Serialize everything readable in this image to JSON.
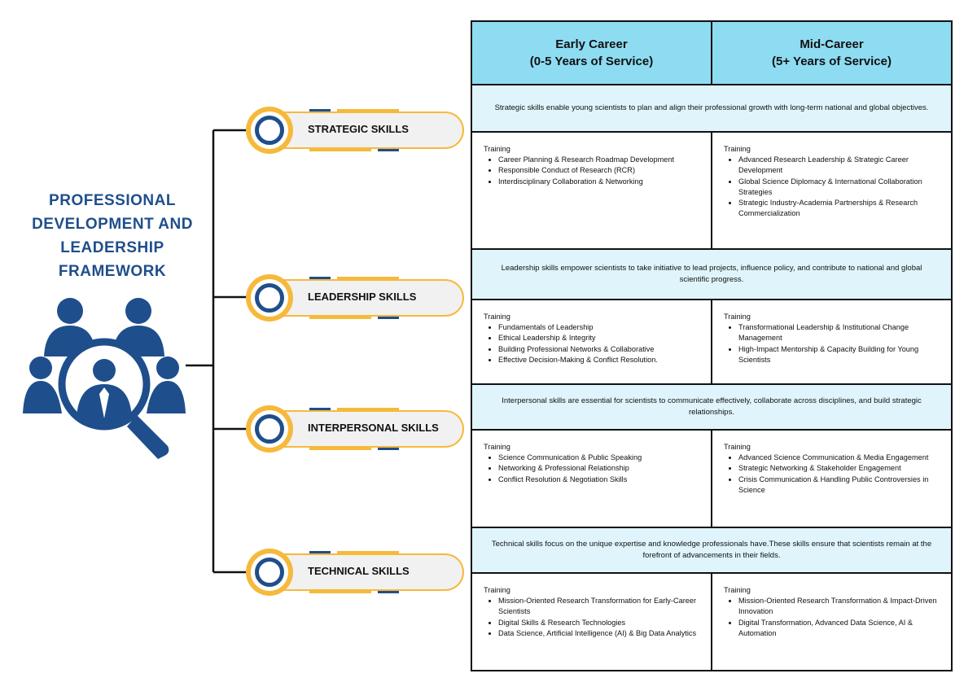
{
  "title_lines": [
    "PROFESSIONAL",
    "DEVELOPMENT AND",
    "LEADERSHIP",
    "FRAMEWORK"
  ],
  "icons": {
    "main": "people-magnifier-icon",
    "skill": "ring-icon"
  },
  "colors": {
    "navy": "#1f4e8c",
    "gold": "#f6b93b",
    "header_bg": "#8edcf2",
    "desc_bg": "#dff5fb"
  },
  "columns": [
    {
      "line1": "Early Career",
      "line2": "(0-5 Years of Service)"
    },
    {
      "line1": "Mid-Career",
      "line2": "(5+ Years of Service)"
    }
  ],
  "skills": [
    {
      "label": "STRATEGIC SKILLS",
      "description": "Strategic skills enable young scientists to plan and align their professional growth with long-term national and global objectives.",
      "early": {
        "heading": "Training",
        "items": [
          "Career Planning & Research Roadmap Development",
          "Responsible Conduct of Research (RCR)",
          "Interdisciplinary Collaboration & Networking"
        ]
      },
      "mid": {
        "heading": "Training",
        "items": [
          "Advanced Research Leadership & Strategic Career Development",
          "Global Science Diplomacy & International Collaboration Strategies",
          "Strategic Industry-Academia Partnerships & Research Commercialization"
        ]
      }
    },
    {
      "label": "LEADERSHIP SKILLS",
      "description": "Leadership skills empower scientists to take initiative to lead projects, influence policy, and contribute to national and global scientific progress.",
      "early": {
        "heading": "Training",
        "items": [
          "Fundamentals of Leadership",
          "Ethical Leadership & Integrity",
          "Building Professional Networks & Collaborative",
          "Effective Decision-Making & Conflict Resolution."
        ]
      },
      "mid": {
        "heading": "Training",
        "items": [
          "Transformational Leadership & Institutional Change Management",
          "High-Impact Mentorship & Capacity Building for Young Scientists"
        ]
      }
    },
    {
      "label": "INTERPERSONAL SKILLS",
      "description": "Interpersonal skills are essential for scientists to communicate effectively, collaborate across disciplines, and build strategic relationships.",
      "early": {
        "heading": "Training",
        "items": [
          "Science Communication & Public Speaking",
          "Networking & Professional Relationship",
          "Conflict Resolution & Negotiation Skills"
        ]
      },
      "mid": {
        "heading": "Training",
        "items": [
          "Advanced Science Communication & Media Engagement",
          "Strategic Networking & Stakeholder Engagement",
          "Crisis Communication & Handling Public Controversies in Science"
        ]
      }
    },
    {
      "label": "TECHNICAL SKILLS",
      "description": "Technical skills focus on the unique expertise and knowledge professionals have.These skills ensure that scientists remain at the forefront of advancements in their fields.",
      "early": {
        "heading": "Training",
        "items": [
          "Mission-Oriented Research Transformation for Early-Career Scientists",
          "Digital Skills & Research Technologies",
          "Data Science, Artificial Intelligence (AI) & Big Data Analytics"
        ]
      },
      "mid": {
        "heading": "Training",
        "items": [
          "Mission-Oriented Research Transformation & Impact-Driven Innovation",
          "Digital Transformation, Advanced Data Science, AI & Automation"
        ]
      }
    }
  ]
}
